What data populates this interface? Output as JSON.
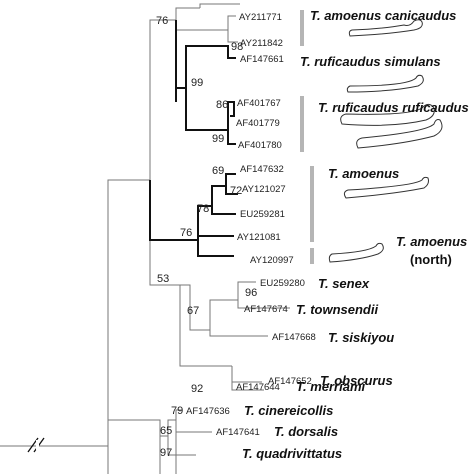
{
  "colors": {
    "branch": "#777777",
    "branch_bold": "#111111",
    "clade_bar": "#b5b5b5",
    "text": "#222222"
  },
  "accessions": {
    "ay211771": "AY211771",
    "ay211842": "AY211842",
    "af147661": "AF147661",
    "af401767": "AF401767",
    "af401779": "AF401779",
    "af401780": "AF401780",
    "af147632": "AF147632",
    "ay121027": "AY121027",
    "eu259281": "EU259281",
    "ay121081": "AY121081",
    "ay120997": "AY120997",
    "eu259280": "EU259280",
    "af147674": "AF147674",
    "af147668": "AF147668",
    "af147644": "AF147644",
    "af147652": "AF147652",
    "af147636": "AF147636",
    "af147641": "AF147641"
  },
  "species": {
    "canicaudus": "T. amoenus canicaudus",
    "simulans": "T. ruficaudus simulans",
    "ruficaudus": "T. ruficaudus ruficaudus",
    "amoenus": "T. amoenus",
    "amoenus_north": "T. amoenus",
    "north": "(north)",
    "senex": "T. senex",
    "townsendii": "T. townsendii",
    "siskiyou": "T. siskiyou",
    "merriami": "T. merriami",
    "obscurus": "T. obscurus",
    "cinereicollis": "T. cinereicollis",
    "dorsalis": "T. dorsalis",
    "quadrivittatus": "T. quadrivittatus"
  },
  "bootstrap": {
    "b76a": "76",
    "b98": "98",
    "b99a": "99",
    "b86": "86",
    "b99b": "99",
    "b69": "69",
    "b72": "72",
    "b78": "78",
    "b76b": "76",
    "b53": "53",
    "b96": "96",
    "b67": "67",
    "b92": "92",
    "b79": "79",
    "b65": "65",
    "b97": "97"
  }
}
